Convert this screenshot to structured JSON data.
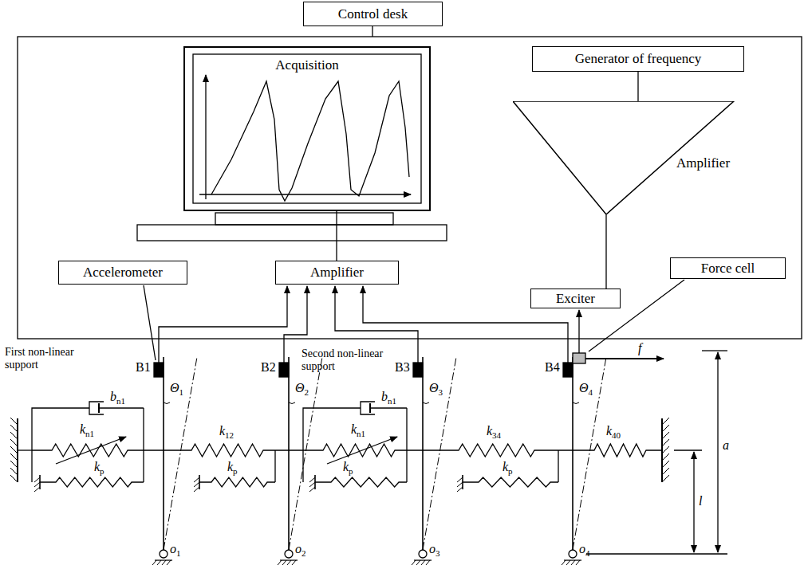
{
  "diagram": {
    "nodes": [
      {
        "text": [
          "Control desk"
        ]
      },
      {
        "text": [
          "Acquisition"
        ]
      },
      {
        "text": [
          "Generator of  frequency"
        ]
      },
      {
        "text": [
          "Amplifier"
        ]
      },
      {
        "text": [
          "Accelerometer"
        ]
      },
      {
        "text": [
          "Amplifier"
        ]
      },
      {
        "text": [
          "Exciter"
        ]
      },
      {
        "text": [
          "Force cell"
        ]
      }
    ],
    "edges": [
      {
        "from": 2,
        "to": 3,
        "arrow": "none"
      },
      {
        "from": 3,
        "to": 6,
        "arrow": "none"
      },
      {
        "from": 5,
        "to": 1,
        "arrow": "none"
      }
    ],
    "labels": [
      "First non-linear support",
      "B1",
      "Θ1",
      "B2",
      "Θ2",
      "Second non-linear support",
      "B3",
      "Θ3",
      "B4",
      "Θ4",
      "f",
      "bn1",
      "kn1",
      "k12",
      "kp",
      "kp",
      "bn1",
      "kn1",
      "k34",
      "kp",
      "kp",
      "k40",
      "a",
      "l",
      "o1",
      "o2",
      "o3",
      "o4"
    ]
  }
}
